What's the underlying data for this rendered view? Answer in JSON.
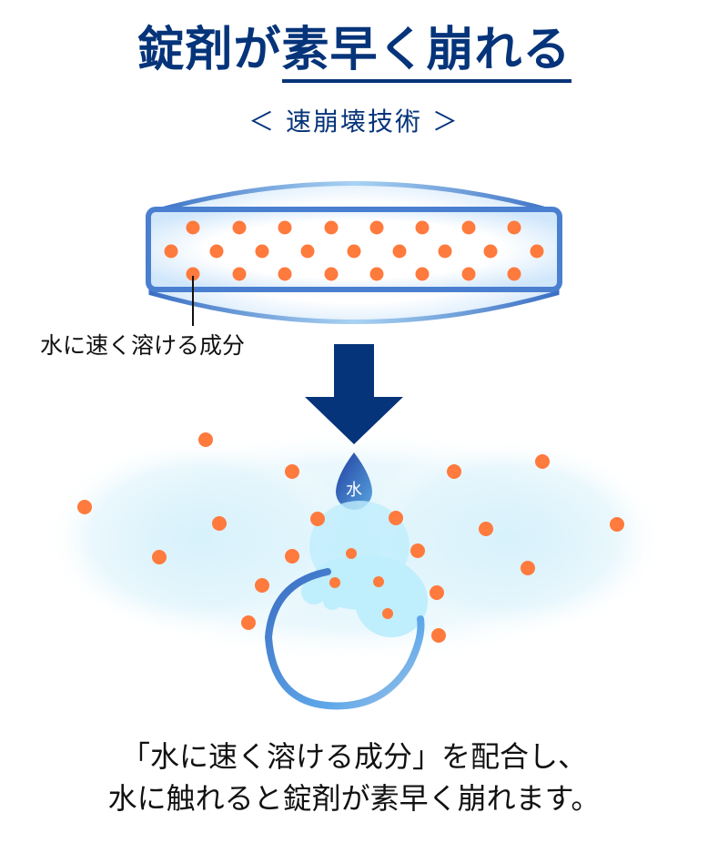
{
  "header": {
    "title_part1": "錠剤が",
    "title_part2_underlined": "素早く崩れる",
    "subtitle": "＜ 速崩壊技術 ＞"
  },
  "tablet_diagram": {
    "ingredient_label": "水に速く溶ける成分",
    "water_drop_label": "水"
  },
  "caption": {
    "line1": "「水に速く溶ける成分」を配合し、",
    "line2": "水に触れると錠剤が素早く崩れます。"
  },
  "colors": {
    "navy": "#06347a",
    "orange_dot": "#ff7a3d",
    "tablet_edge": "#4a7fd0",
    "water_light": "#bfeefc"
  }
}
